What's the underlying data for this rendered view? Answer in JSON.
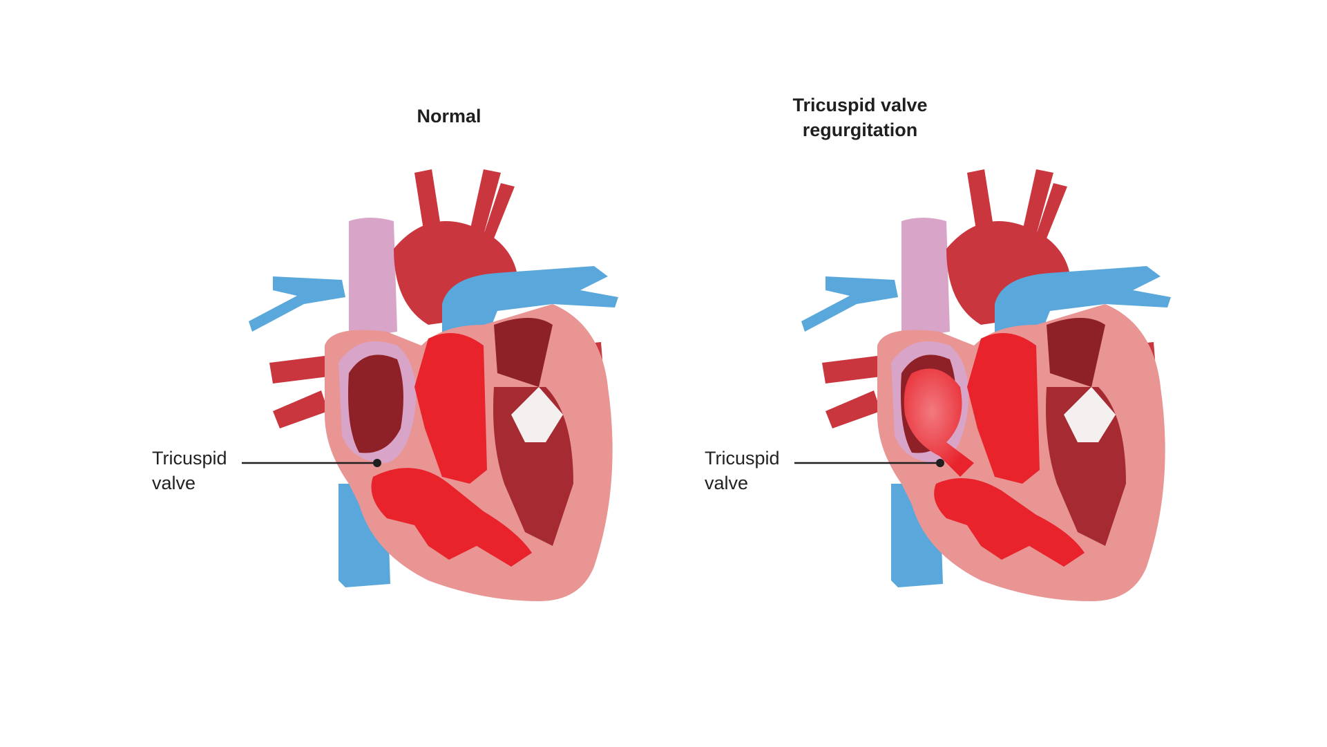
{
  "panels": [
    {
      "title": "Normal",
      "label_line1": "Tricuspid",
      "label_line2": "valve",
      "regurgitation": false
    },
    {
      "title_line1": "Tricuspid valve",
      "title_line2": "regurgitation",
      "label_line1": "Tricuspid",
      "label_line2": "valve",
      "regurgitation": true
    }
  ],
  "colors": {
    "vein_blue": "#5aa7dc",
    "artery_red": "#c9363e",
    "myocardium_pink": "#e89593",
    "chamber_dark": "#8e2128",
    "blood_bright": "#e8232b",
    "svc_lavender": "#d8a5c8"
  }
}
